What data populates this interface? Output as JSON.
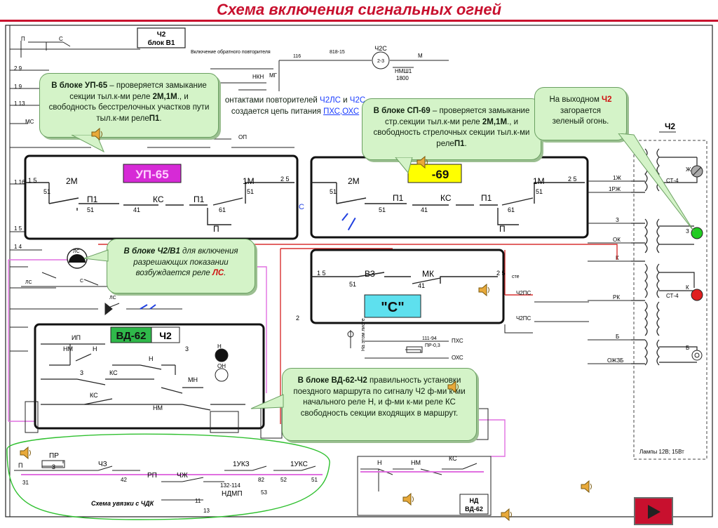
{
  "title": "Схема включения сигнальных огней",
  "blocks": {
    "up65": "УП-65",
    "sp69": "-69",
    "vd62": "ВД-62",
    "ch2_box": "Ч2",
    "s_box": "\"С\"",
    "nd": "НД",
    "nd2": "ВД-62",
    "ch2_block_top": "Ч2",
    "ch2_block_bottom": "блок В1"
  },
  "callouts": {
    "up65_a": "В блоке УП-65",
    "up65_b": " – проверяется замыкание секции тыл.к-ми реле ",
    "up65_c": "2М,1М",
    "up65_d": "., и свободность бесстрелочных участков пути тыл.к-ми реле",
    "up65_e": "П1",
    "up65_f": ".",
    "rep_a": "онтактами повторителей ",
    "rep_b": "Ч2ЛС",
    "rep_c": " и ",
    "rep_d": "Ч2С",
    "rep_e": " создается цепь питания ",
    "rep_f": "ПХС,ОХС",
    "sp69_a": "В блоке  СП-69",
    "sp69_b": " – проверяется замыкание стр.секции тыл.к-ми реле ",
    "sp69_c": "2М,1М",
    "sp69_d": "., и свободность стрелочных секции тыл.к-ми реле",
    "sp69_e": "П1",
    "sp69_f": ".",
    "out_a": "На выходном ",
    "out_b": "Ч2",
    "out_c": " загорается зеленый огонь.",
    "ch2v1_a": "В блоке  Ч2/В1",
    "ch2v1_b": " для включения разрешающих показании возбуждается реле ",
    "ch2v1_c": "ЛС",
    "ch2v1_d": ".",
    "vd62_a": "В блоке  ВД-62-Ч2",
    "vd62_b": " правильность установки  поездного маршрута по сигналу Ч2 ф-ми к-ми начального реле Н, и ф-ми к-ми реле КС свободность секции входящих в маршрут."
  },
  "labels": {
    "l_2M": "2М",
    "l_1M": "1М",
    "l_P1": "П1",
    "l_KS": "КС",
    "l_P": "П",
    "l_51": "51",
    "l_41": "41",
    "l_61": "61",
    "l_15": "1 5",
    "l_25": "2 5",
    "l_VZ": "ВЗ",
    "l_MK": "МК",
    "l_ste": "сте",
    "l_Ch2S": "Ч2С",
    "l_2_3": "2-3",
    "l_116": "116",
    "l_818": "818-15",
    "l_M": "М",
    "l_NMSh": "НМШ1",
    "l_1800": "1800",
    "l_1Zh": "1Ж",
    "l_1RZh": "1РЖ",
    "l_Z": "З",
    "l_OK": "ОК",
    "l_K": "К",
    "l_RK": "РК",
    "l_B": "Б",
    "l_OZhB": "ОЖЗБ",
    "l_Ch2_sig": "Ч2",
    "l_CT4a": "СТ-4",
    "l_CT4b": "СТ-4",
    "l_Zh": "Ж",
    "l_Zsig": "З",
    "l_Ksig": "К",
    "l_Bsig": "Б",
    "l_lamps": "Лампы 12В; 15Вт",
    "l_ustan": "Схема увязки с ЧДК",
    "l_PR": "ПР",
    "l_3": "3",
    "l_Ch3": "ЧЗ",
    "l_42": "42",
    "l_RP": "РП",
    "l_ChZh": "ЧЖ",
    "l_1UKZ": "1УКЗ",
    "l_1UKS": "1УКС",
    "l_132": "132-114",
    "l_NDMP": "НДМП",
    "l_31": "31",
    "l_82": "82",
    "l_52": "52",
    "l_51b": "51",
    "l_53": "53",
    "l_11": "11",
    "l_13": "13",
    "l_IP": "ИП",
    "l_N": "Н",
    "l_NM": "НМ",
    "l_MN": "МН",
    "l_KS2": "КС",
    "l_OH": "ОН",
    "l_PKhS": "ПХС",
    "l_OKhS": "ОХС",
    "l_111": "111-94",
    "l_PR03": "ПР-0,3",
    "l_vklyuch": "Включение обратного повторителя",
    "l_Ch2PS": "Ч2ПС",
    "l_Ch2PS2": "Ч2ПС",
    "l_LS": "ЛС",
    "l_MS": "МС",
    "l_S": "С",
    "l_ON_": "ОП",
    "l_NKN": "НКН",
    "l_MG": "МГ",
    "l_2": "2",
    "l_naetom": "На этом листе"
  },
  "colors": {
    "title": "#c8102e",
    "block_up65": "#d62ad6",
    "block_sp69": "#ffff00",
    "block_vd62": "#2fb84a",
    "block_s": "#5ee0ee",
    "callout": "#d4f3c8",
    "wire_red": "#d83030",
    "wire_pink": "#e070e0",
    "wire_blue": "#2040e0",
    "wire_green": "#30c030",
    "lamp_green": "#22cc22",
    "lamp_red": "#e02020"
  },
  "icons": [
    "speaker-icon",
    "next-arrow-icon"
  ]
}
